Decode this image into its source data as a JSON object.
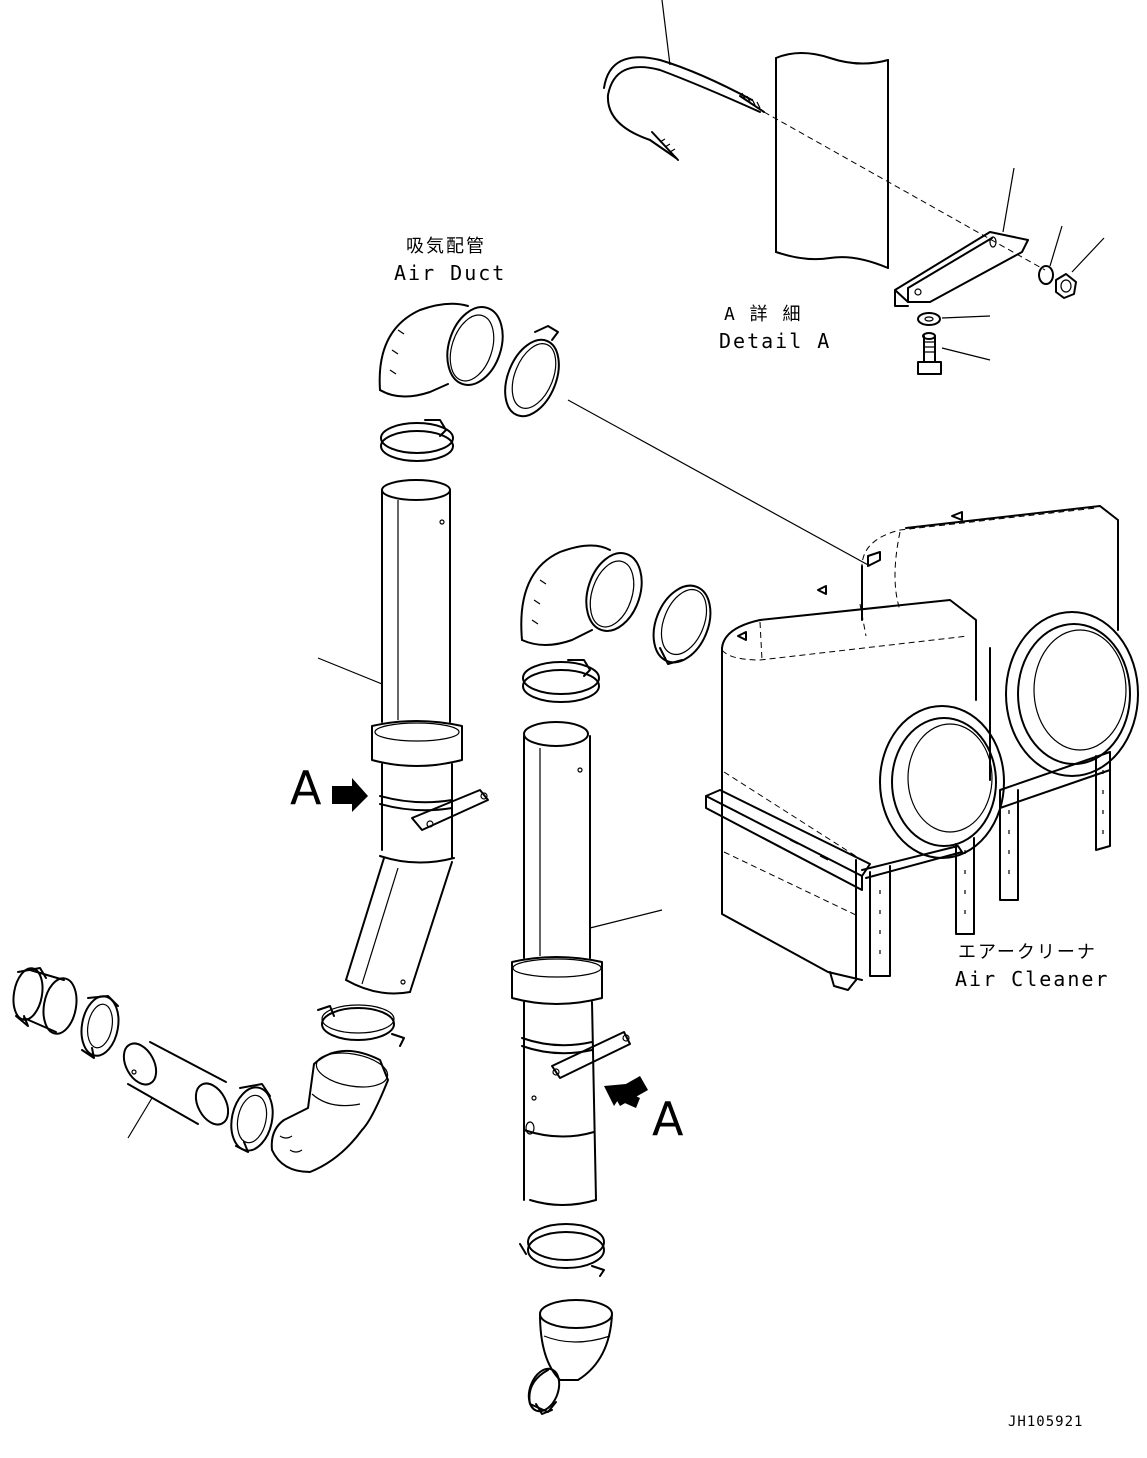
{
  "labels": {
    "air_duct_jp": "吸気配管",
    "air_duct_en": "Air Duct",
    "detail_a_jp": "A 詳 細",
    "detail_a_en": "Detail A",
    "air_cleaner_jp": "エアークリーナ",
    "air_cleaner_en": "Air Cleaner",
    "callout_a_left": "A",
    "callout_a_right": "A",
    "drawing_code": "JH105921"
  },
  "colors": {
    "line": "#000000",
    "background": "#ffffff"
  }
}
